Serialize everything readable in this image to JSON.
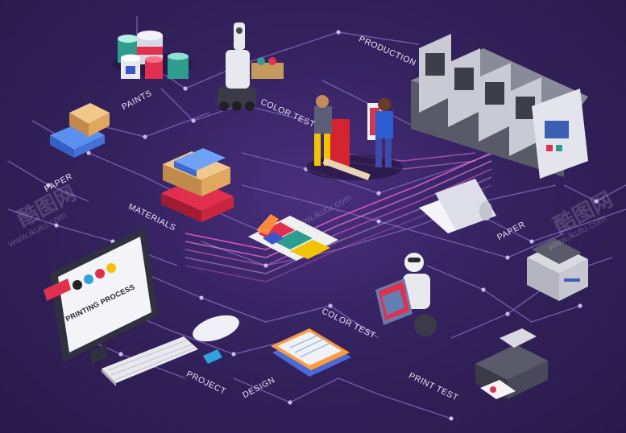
{
  "diagram": {
    "type": "isometric-flowchart",
    "theme": {
      "background": "#2e1f52",
      "line_color": "#8f78c9",
      "node_color": "#c7b8f0",
      "highlight": "#ff6ad5"
    },
    "labels": {
      "paints": "PAINTS",
      "color_test_top": "COLOR TEST",
      "production": "PRODUCTION",
      "paper_left": "PAPER",
      "materials": "MATERIALS",
      "paper_right": "PAPER",
      "color_test_bottom": "COLOR TEST",
      "print_test": "PRINT TEST",
      "project": "PROJECT",
      "design": "DESIGN"
    },
    "screen_text": "PRINTING PROCESS",
    "watermark": {
      "site": "www.ikutu.com",
      "brand": "酷图网"
    },
    "icons": [
      "paint-cans-icon",
      "robot-icon",
      "designers-icon",
      "printing-press-icon",
      "paper-stack-icon",
      "materials-stack-icon",
      "color-swatch-icon",
      "paper-roll-icon",
      "copier-icon",
      "monitor-icon",
      "keyboard-icon",
      "mouse-icon",
      "clipboard-icon",
      "robot-tablet-icon",
      "printer-icon"
    ]
  }
}
